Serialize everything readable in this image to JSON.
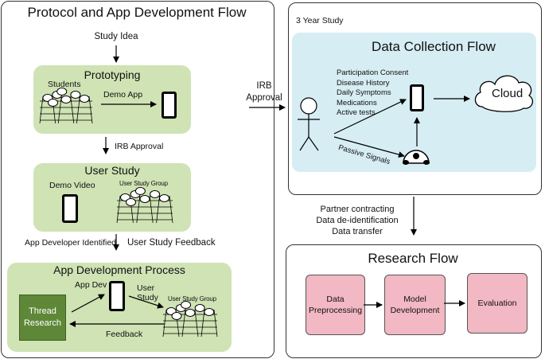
{
  "left": {
    "title": "Protocol and App Development Flow",
    "study_idea": "Study Idea",
    "prototyping": {
      "title": "Prototyping",
      "students": "Students",
      "demo_app": "Demo App"
    },
    "irb_approval": "IRB Approval",
    "user_study": {
      "title": "User Study",
      "demo_video": "Demo Video",
      "group": "User Study Group"
    },
    "app_developer_identified": "App Developer Identified",
    "user_study_feedback": "User Study Feedback",
    "app_dev_process": {
      "title": "App Development Process",
      "app_dev": "App Dev",
      "user_study_1": "User",
      "user_study_2": "Study",
      "thread_research_1": "Thread",
      "thread_research_2": "Research",
      "group": "User Study Group",
      "feedback": "Feedback"
    }
  },
  "middle": {
    "irb_1": "IRB",
    "irb_2": "Approval"
  },
  "right": {
    "study_label": "3 Year Study",
    "data_collection": {
      "title": "Data Collection Flow",
      "items": [
        "Participation Consent",
        "Disease History",
        "Daily Symptoms",
        "Medications",
        "Active tests"
      ],
      "passive": "Passive Signals",
      "cloud": "Cloud"
    },
    "transfer": [
      "Partner contracting",
      "Data de-identification",
      "Data transfer"
    ],
    "research": {
      "title": "Research Flow",
      "steps": [
        {
          "line1": "Data",
          "line2": "Preprocessing"
        },
        {
          "line1": "Model",
          "line2": "Development"
        },
        {
          "line1": "Evaluation",
          "line2": ""
        }
      ]
    }
  }
}
